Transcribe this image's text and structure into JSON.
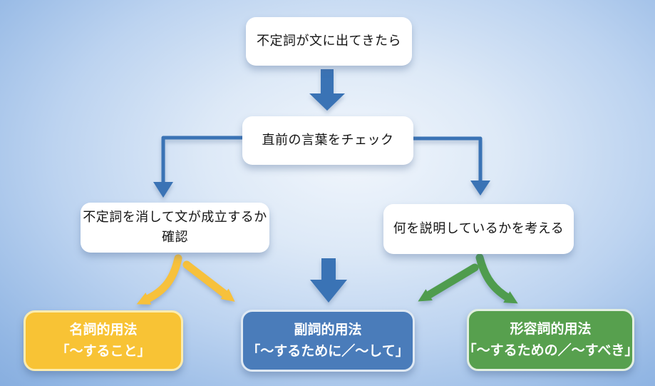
{
  "background": {
    "center_color": "#f1f6fc",
    "edge_color": "#7aa4da"
  },
  "flowchart": {
    "start": {
      "label": "不定詞が文に出てきたら"
    },
    "check": {
      "label": "直前の言葉をチェック"
    },
    "delete_test": {
      "line1": "不定詞を消して文が成立するか",
      "line2": "確認"
    },
    "explain": {
      "label": "何を説明しているかを考える"
    },
    "noun": {
      "title": "名詞的用法",
      "example": "「〜すること」",
      "fill": "#f8c335",
      "arrow_color": "#f7c13c"
    },
    "adverb": {
      "title": "副詞的用法",
      "example": "「〜するために／〜して」",
      "fill": "#4a7cba",
      "arrow_color": "#3a73b5"
    },
    "adjective": {
      "title": "形容詞的用法",
      "example": "「〜するための／〜すべき」",
      "fill": "#57a04e",
      "arrow_color": "#4f9c4e"
    }
  },
  "arrows": {
    "blue": "#3a73b5",
    "yellow": "#f7c13c",
    "green": "#4f9c4e"
  }
}
